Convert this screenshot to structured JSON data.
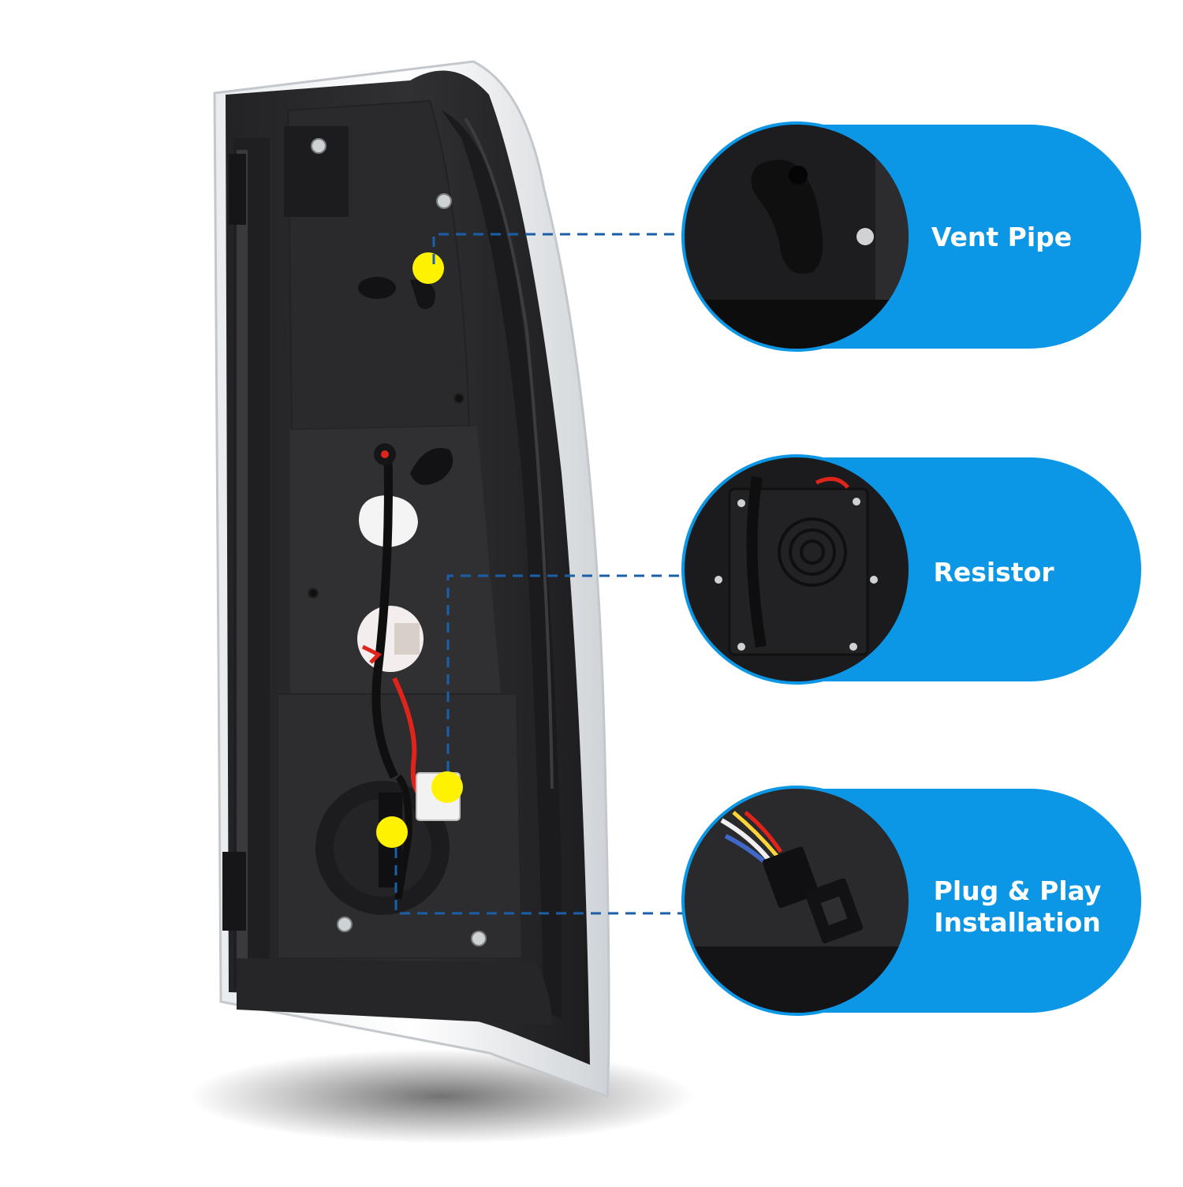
{
  "image": {
    "subject": "tail-light-housing-rear-view"
  },
  "colors": {
    "accent_blue": "#0b96e6",
    "marker_yellow": "#fff200",
    "leader_line": "#1a5fa8",
    "housing": "#2b2b2d",
    "housing_dark": "#1a1a1c",
    "wire_red": "#e0241b"
  },
  "callouts": [
    {
      "id": "vent-pipe",
      "label": "Vent Pipe"
    },
    {
      "id": "resistor",
      "label": "Resistor"
    },
    {
      "id": "plug-and-play",
      "label_line1": "Plug & Play",
      "label_line2": "Installation"
    }
  ]
}
